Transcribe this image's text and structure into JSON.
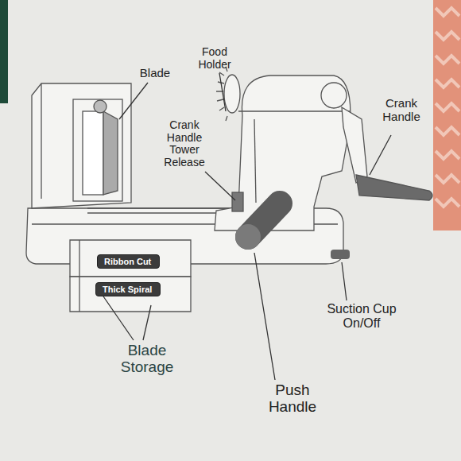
{
  "diagram": {
    "nodes": [
      {
        "text": [
          "Ribbon Cut"
        ]
      },
      {
        "text": [
          "Thick Spiral"
        ]
      }
    ],
    "labels": [
      "Blade",
      "Food Holder",
      "Crank Handle Tower Release",
      "Crank Handle",
      "Blade Storage",
      "Suction Cup On/Off",
      "Push Handle"
    ]
  }
}
